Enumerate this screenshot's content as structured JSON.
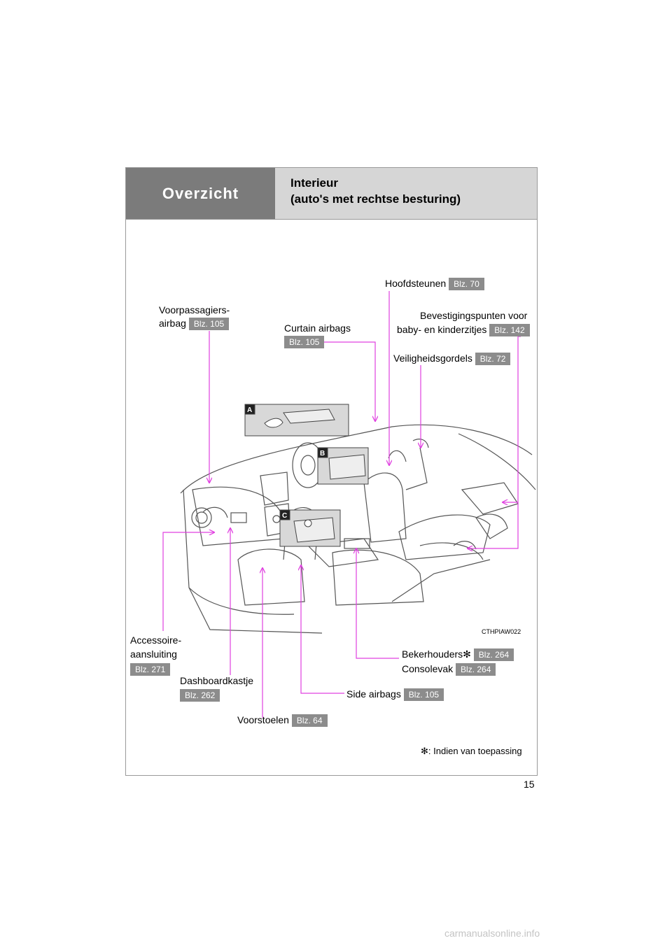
{
  "header": {
    "section": "Overzicht",
    "title_line1": "Interieur",
    "title_line2": "(auto's met rechtse besturing)"
  },
  "callouts": {
    "hoofdsteunen": {
      "label": "Hoofdsteunen",
      "ref": "Blz. 70"
    },
    "voorpassagiers": {
      "label_line1": "Voorpassagiers-",
      "label_line2": "airbag",
      "ref": "Blz. 105"
    },
    "curtain": {
      "label": "Curtain airbags",
      "ref": "Blz. 105"
    },
    "bevestiging": {
      "label_line1": "Bevestigingspunten voor",
      "label_line2": "baby- en kinderzitjes",
      "ref": "Blz. 142"
    },
    "gordels": {
      "label": "Veiligheidsgordels",
      "ref": "Blz. 72"
    },
    "accessoire": {
      "label_line1": "Accessoire-",
      "label_line2": "aansluiting",
      "ref": "Blz. 271"
    },
    "dashboard": {
      "label": "Dashboardkastje",
      "ref": "Blz. 262"
    },
    "voorstoelen": {
      "label": "Voorstoelen",
      "ref": "Blz. 64"
    },
    "side": {
      "label": "Side airbags",
      "ref": "Blz. 105"
    },
    "beker": {
      "label": "Bekerhouders",
      "marker": "✻",
      "ref": "Blz. 264"
    },
    "console": {
      "label": "Consolevak",
      "ref": "Blz. 264"
    }
  },
  "inset_badges": [
    "A",
    "B",
    "C"
  ],
  "image_code": "CTHPIAW022",
  "footnote": {
    "marker": "✻",
    "text": ": Indien van toepassing"
  },
  "page_number": "15",
  "watermark": "carmanualsonline.info",
  "colors": {
    "leader_line": "#e040e0",
    "ref_badge": "#8c8c8c",
    "header_dark": "#7b7b7b",
    "header_light": "#d6d6d6"
  }
}
